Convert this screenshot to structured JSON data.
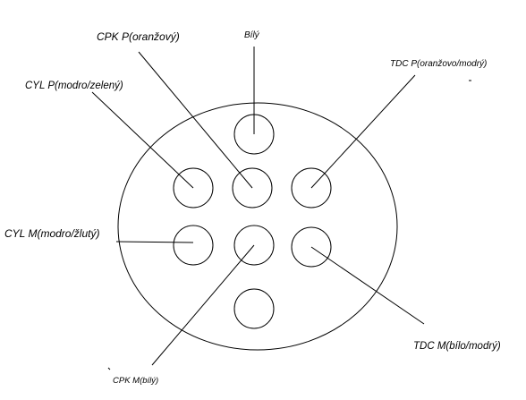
{
  "labels": {
    "bily": "Bílý",
    "cpk_p": "CPK P(oranžový)",
    "cyl_p": "CYL P(modro/zelený)",
    "tdc_p": "TDC P(oranžovo/modrý)",
    "cyl_m": "CYL M(modro/žlutý)",
    "tdc_m": "TDC M(bílo/modrý)",
    "cpk_m": "CPK M(bílý)"
  },
  "colors": {
    "line": "#000000",
    "background": "#ffffff"
  }
}
